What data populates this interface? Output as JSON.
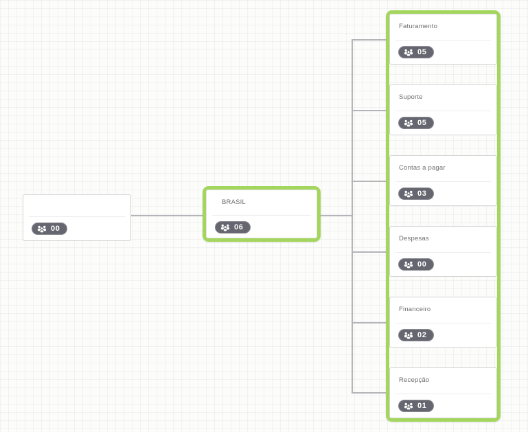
{
  "canvas": {
    "background": "#fcfcfb",
    "grid_line_color": "#f1f1f0"
  },
  "colors": {
    "selection_green": "#a4d65e",
    "badge_background": "#65666f",
    "connector_gray": "#b5b5b9",
    "card_border": "#d3d3d3",
    "title_text": "#6e6e6e"
  },
  "root_node": {
    "title": "",
    "member_count": "00"
  },
  "parent_node": {
    "title": "BRASIL",
    "member_count": "06",
    "selected": true
  },
  "children_group": {
    "selected": true,
    "nodes": [
      {
        "title": "Faturamento",
        "member_count": "05"
      },
      {
        "title": "Suporte",
        "member_count": "05"
      },
      {
        "title": "Contas a pagar",
        "member_count": "03"
      },
      {
        "title": "Despesas",
        "member_count": "00"
      },
      {
        "title": "Financeiro",
        "member_count": "02"
      },
      {
        "title": "Recepção",
        "member_count": "01"
      }
    ]
  },
  "icons": {
    "badge_icon": "members-group-icon"
  }
}
